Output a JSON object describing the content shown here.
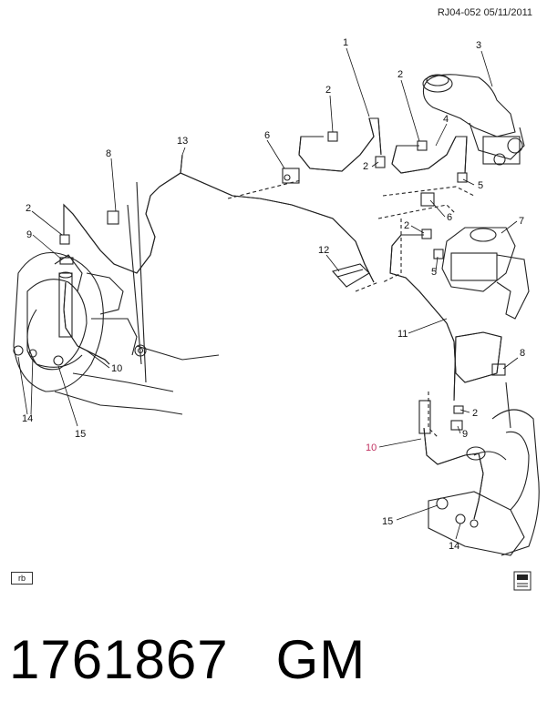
{
  "header": {
    "ref": "RJ04-052  05/11/2011"
  },
  "callouts": {
    "c1": "1",
    "c2a": "2",
    "c2b": "2",
    "c2c": "2",
    "c2d": "2",
    "c2e": "2",
    "c2f": "2",
    "c3": "3",
    "c4": "4",
    "c5a": "5",
    "c5b": "5",
    "c6a": "6",
    "c6b": "6",
    "c7": "7",
    "c8a": "8",
    "c8b": "8",
    "c9a": "9",
    "c9b": "9",
    "c10a": "10",
    "c10b": "10",
    "c11": "11",
    "c12": "12",
    "c13": "13",
    "c14a": "14",
    "c14b": "14",
    "c15a": "15",
    "c15b": "15"
  },
  "badge_left": "rb",
  "caption": {
    "part_number": "1761867",
    "brand": "GM"
  },
  "colors": {
    "highlight_callout": "#c03060"
  }
}
